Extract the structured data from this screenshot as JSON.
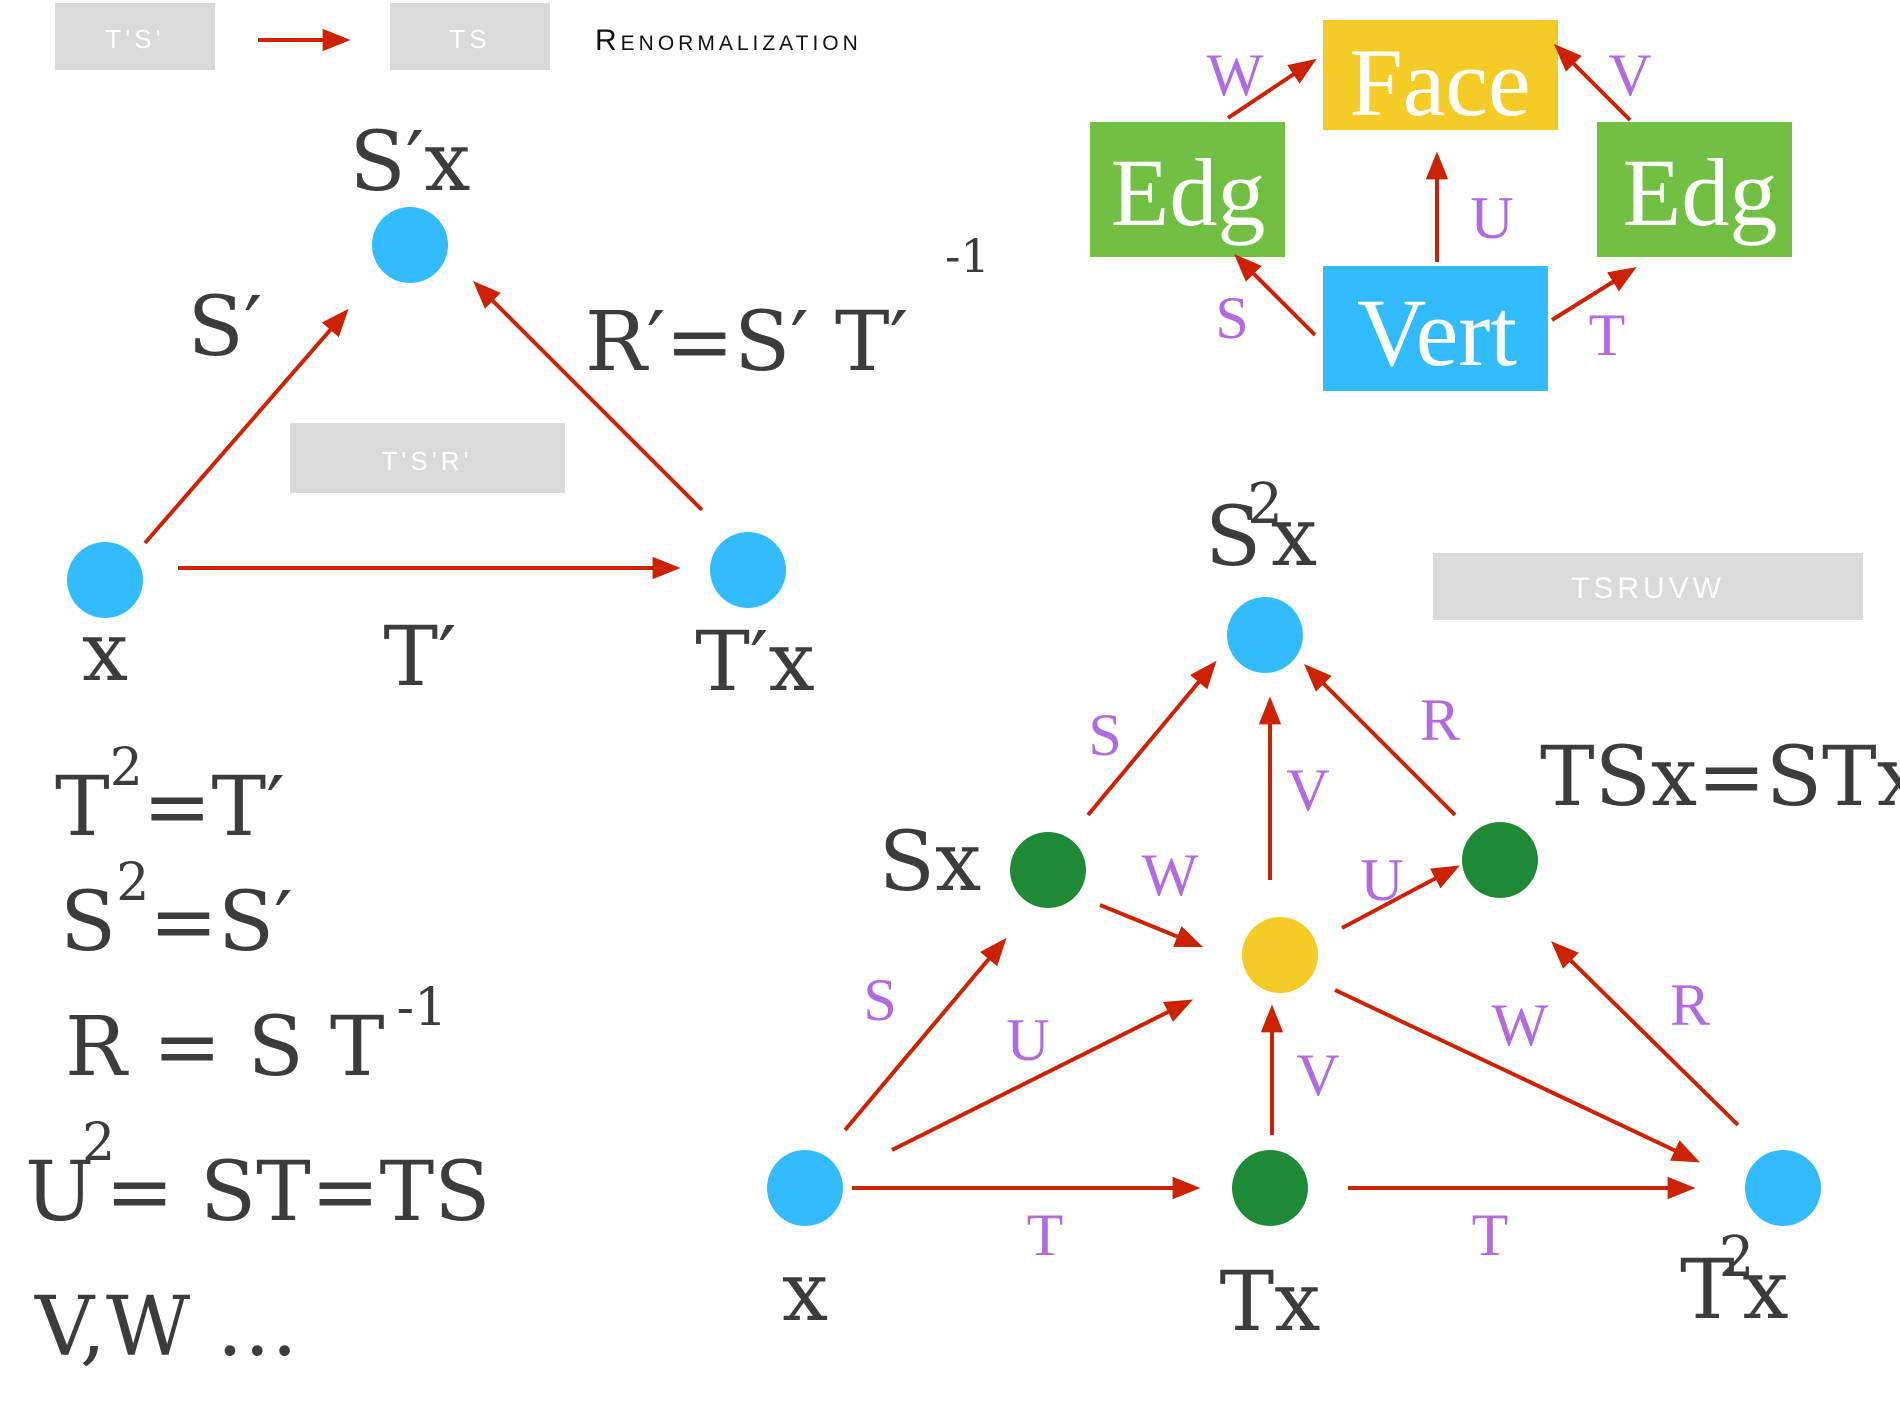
{
  "header": {
    "tag_from": "T'S'",
    "tag_to": "TS",
    "title": "Renormalization"
  },
  "colors": {
    "vertex": "#33bbff",
    "edge": "#1e8a35",
    "face": "#f4cc25",
    "arrow": "#cc2200",
    "label": "#b06be0",
    "box_edge": "#72c043",
    "box_face": "#f4cc25",
    "box_vert": "#33bbff",
    "tag": "#dadada",
    "text": "#3c3c3c"
  },
  "coarse": {
    "tag": "T'S'R'",
    "node_top": "S′x",
    "node_left": "x",
    "node_right": "T′x",
    "arrow_s": "S′",
    "arrow_t": "T′",
    "arrow_r": "R′=S′ T′",
    "arrow_r_exp": "-1"
  },
  "schema": {
    "face": "Face",
    "edge_left": "Edg",
    "edge_right": "Edg",
    "vert": "Vert",
    "w": "W",
    "v": "V",
    "u": "U",
    "s": "S",
    "t": "T"
  },
  "relations": {
    "r1": "T",
    "r1_exp": "2",
    "r1_rest": "=T′",
    "r2": "S",
    "r2_exp": "2",
    "r2_rest": "=S′",
    "r3": "R = S T",
    "r3_exp": "-1",
    "r4": "U",
    "r4_exp": "2",
    "r4_rest": "= ST=TS",
    "r5": "V,W …"
  },
  "fine": {
    "tag": "TSRUVW",
    "node_x": "x",
    "node_tx": "Tx",
    "node_t2x_base": "T",
    "node_t2x_exp": "2",
    "node_t2x_var": "x",
    "node_sx": "Sx",
    "node_s2x_base": "S",
    "node_s2x_exp": "2",
    "node_s2x_var": "x",
    "node_tsx": "TSx=STx",
    "labels": {
      "s_lower": "S",
      "s_upper": "S",
      "u": "U",
      "u_right": "U",
      "w_left": "W",
      "w_right": "W",
      "v_lower": "V",
      "v_upper": "V",
      "r_lower": "R",
      "r_upper": "R",
      "t_left": "T",
      "t_right": "T"
    }
  }
}
